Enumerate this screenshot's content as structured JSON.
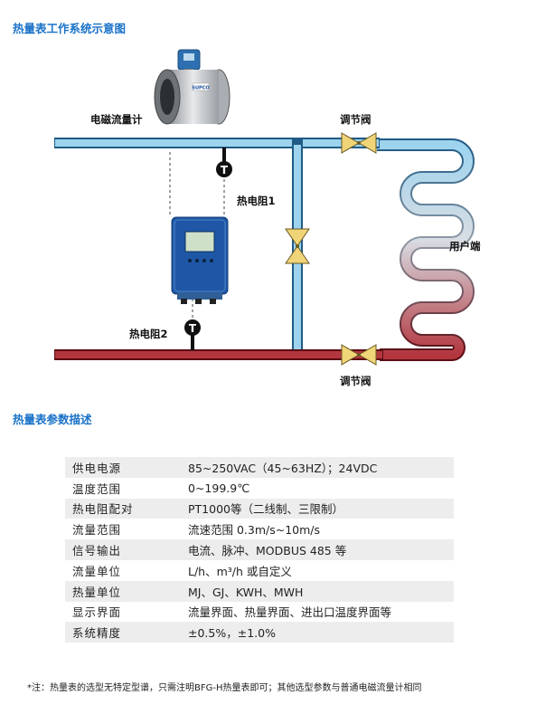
{
  "title": "热量表工作系统示意图",
  "diagram": {
    "flowmeter": "电磁流量计",
    "valve_top": "调节阀",
    "valve_bottom": "调节阀",
    "rtd1": "热电阻1",
    "rtd2": "热电阻2",
    "user_end": "用户端",
    "sensor_symbol": "T",
    "flowmeter_badge": "SUPCO"
  },
  "specs_title": "热量表参数描述",
  "specs": [
    {
      "label": "供电电源",
      "value": "85~250VAC（45~63HZ）；24VDC"
    },
    {
      "label": "温度范围",
      "value": "0~199.9℃"
    },
    {
      "label": "热电阻配对",
      "value": "PT1000等（二线制、三限制）"
    },
    {
      "label": "流量范围",
      "value": "流速范围 0.3m/s~10m/s"
    },
    {
      "label": "信号输出",
      "value": "电流、脉冲、MODBUS 485 等"
    },
    {
      "label": "流量单位",
      "value": "L/h、m³/h 或自定义"
    },
    {
      "label": "热量单位",
      "value": "MJ、GJ、KWH、MWH"
    },
    {
      "label": "显示界面",
      "value": "流量界面、热量界面、进出口温度界面等"
    },
    {
      "label": "系统精度",
      "value": "±0.5%，±1.0%"
    }
  ],
  "note": "*注：热量表的选型无特定型谱，只需注明BFG-H热量表即可；其他选型参数与普通电磁流量计相同"
}
